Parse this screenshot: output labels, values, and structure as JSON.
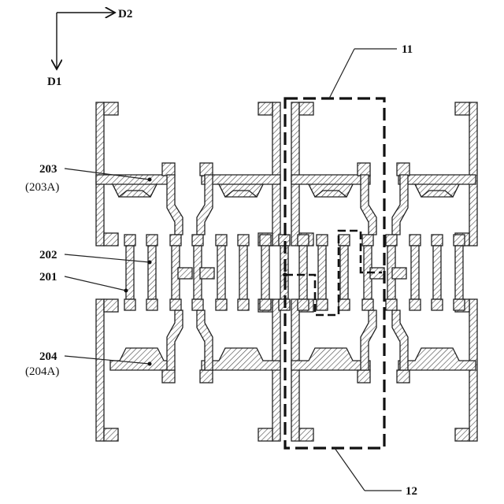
{
  "axes": {
    "d2_label": "D2",
    "d1_label": "D1"
  },
  "callouts": {
    "c11": "11",
    "c12": "12",
    "c203": "203",
    "c203a": "(203A)",
    "c202": "202",
    "c201": "201",
    "c204": "204",
    "c204a": "(204A)"
  },
  "colors": {
    "stroke": "#222222",
    "hatch": "#444444",
    "background": "#ffffff"
  }
}
